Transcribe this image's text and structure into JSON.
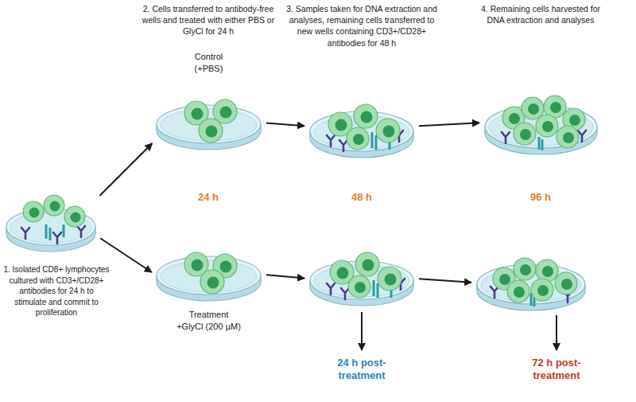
{
  "diagram": {
    "nodes": [
      {
        "text": [
          "1. Isolated CD8+ lymphocytes cultured with CD3+/CD28+ antibodies for 24 h to stimulate and commit to proliferation"
        ]
      },
      {
        "text": [
          "2. Cells transferred to antibody-free wells and treated with either PBS or GlyCl for 24 h",
          "Control (+PBS)"
        ]
      },
      {
        "text": [
          "Treatment +GlyCl (200 µM)"
        ]
      },
      {
        "text": [
          "3. Samples taken for DNA extraction and analyses, remaining cells transferred to new wells containing CD3+/CD28+ antibodies for 48 h"
        ]
      },
      {
        "text": [
          "24 h post-treatment"
        ]
      },
      {
        "text": [
          "4. Remaining cells harvested for DNA extraction and analyses"
        ]
      },
      {
        "text": [
          "72 h post-treatment"
        ]
      }
    ],
    "edges": [
      {
        "from": 0,
        "to": 1,
        "arrow": "to"
      },
      {
        "from": 0,
        "to": 2,
        "arrow": "to"
      },
      {
        "from": 1,
        "to": 3,
        "arrow": "to"
      },
      {
        "from": 3,
        "to": 5,
        "arrow": "to"
      },
      {
        "from": 2,
        "to": 4,
        "arrow": "to"
      },
      {
        "from": 4,
        "to": 6,
        "arrow": "to"
      }
    ],
    "labels": [
      "24 h",
      "48 h",
      "96 h"
    ]
  }
}
